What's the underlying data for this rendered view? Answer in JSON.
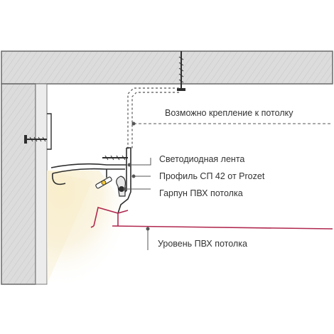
{
  "diagram": {
    "labels": {
      "ceiling_mount": "Возможно крепление к потолку",
      "led_strip": "Светодиодная лента",
      "profile": "Профиль СП 42 от Prozet",
      "harpoon": "Гарпун ПВХ потолка",
      "pvc_level": "Уровень ПВХ потолка"
    },
    "colors": {
      "concrete": "#dcdcdc",
      "concrete_edge": "#6a6a6a",
      "leader_line": "#555555",
      "pvc_membrane": "#b0284f",
      "light_glow": "#f6ebc6",
      "profile_stroke": "#2e2e2e"
    }
  }
}
